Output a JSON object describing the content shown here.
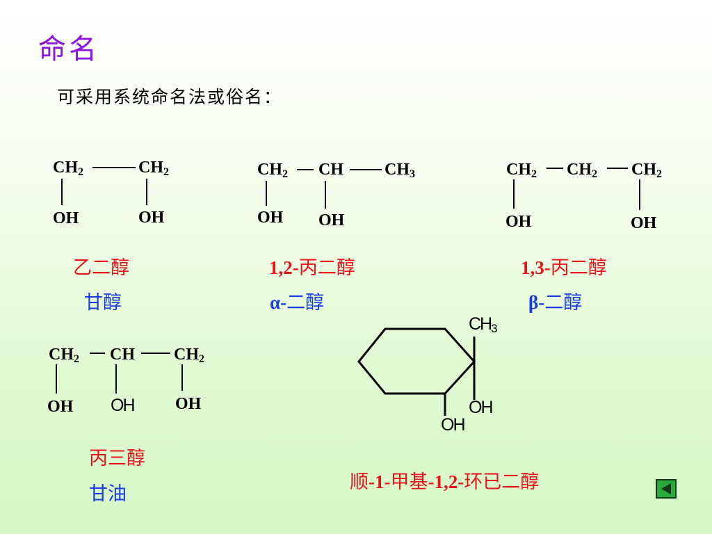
{
  "title": "命名",
  "subtitle": "可采用系统命名法或俗名：",
  "molecules": [
    {
      "groups": {
        "g1": "CH",
        "g1_sub": "2",
        "g2": "CH",
        "g2_sub": "2",
        "oh1": "OH",
        "oh2": "OH"
      },
      "iupac_name": "乙二醇",
      "common_name": "甘醇"
    },
    {
      "groups": {
        "g1": "CH",
        "g1_sub": "2",
        "g2": "CH",
        "g3": "CH",
        "g3_sub": "3",
        "oh1": "OH",
        "oh2": "OH"
      },
      "iupac_name": {
        "prefix": "1,2-",
        "rest": "丙二醇"
      },
      "common_name": {
        "prefix": "α-",
        "rest": "二醇"
      }
    },
    {
      "groups": {
        "g1": "CH",
        "g1_sub": "2",
        "g2": "CH",
        "g2_sub": "2",
        "g3": "CH",
        "g3_sub": "2",
        "oh1": "OH",
        "oh3": "OH"
      },
      "iupac_name": {
        "prefix": "1,3-",
        "rest": "丙二醇"
      },
      "common_name": {
        "prefix": "β-",
        "rest": "二醇"
      }
    },
    {
      "groups": {
        "g1": "CH",
        "g1_sub": "2",
        "g2": "CH",
        "g3": "CH",
        "g3_sub": "2",
        "oh1": "OH",
        "oh2": "OH",
        "oh3": "OH"
      },
      "iupac_name": "丙三醇",
      "common_name": "甘油"
    },
    {
      "groups": {
        "methyl": "CH",
        "methyl_sub": "3",
        "oh1": "OH",
        "oh2": "OH"
      },
      "name": {
        "p1": "顺",
        "p2": "-1-",
        "p3": "甲基",
        "p4": "-1,2-",
        "p5": "环已二醇"
      }
    }
  ],
  "colors": {
    "title": "#8a15e0",
    "iupac": "#e8141c",
    "common": "#1a3ce0",
    "nav_button": "#2ba83c"
  },
  "nav": {
    "icon": "triangle-left-icon"
  }
}
